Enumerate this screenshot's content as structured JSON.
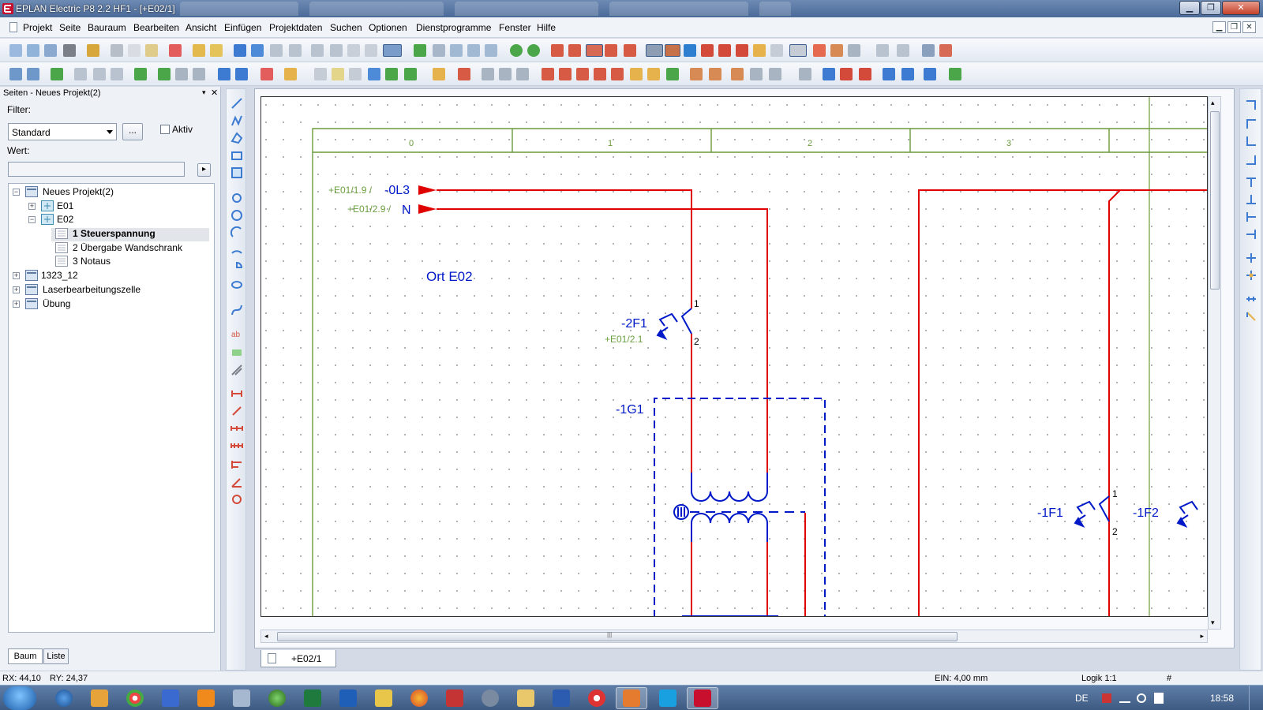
{
  "window": {
    "title": "EPLAN Electric P8 2.2 HF1 - [+E02/1]",
    "close_glyph": "✕",
    "restore_glyph": "❐",
    "minimize_glyph": "▁"
  },
  "menu": {
    "items": [
      "Projekt",
      "Seite",
      "Bauraum",
      "Bearbeiten",
      "Ansicht",
      "Einfügen",
      "Projektdaten",
      "Suchen",
      "Optionen",
      "Dienstprogramme",
      "Fenster",
      "Hilfe"
    ],
    "mdi_minimize": "▁",
    "mdi_restore": "❐",
    "mdi_close": "✕"
  },
  "colors": {
    "accent": "#4b6a98",
    "wire_red": "#e00000",
    "symbol_blue": "#0019c8",
    "frame_green": "#6a9a3a",
    "ref_green": "#6aa040"
  },
  "panel": {
    "header": "Seiten - Neues Projekt(2)",
    "pin_glyph": "▾",
    "close_glyph": "✕",
    "filter_label": "Filter:",
    "filter_value": "Standard",
    "filter_button": "...",
    "aktiv_label": "Aktiv",
    "wert_label": "Wert:",
    "wert_value": "",
    "wert_button": "▸",
    "tree": [
      {
        "label": "Neues Projekt(2)",
        "expander": "−"
      },
      {
        "label": "E01",
        "expander": "+"
      },
      {
        "label": "E02",
        "expander": "−"
      },
      {
        "label": "1 Steuerspannung",
        "expander": ""
      },
      {
        "label": "2 Übergabe Wandschrank",
        "expander": ""
      },
      {
        "label": "3 Notaus",
        "expander": ""
      },
      {
        "label": "1323_12",
        "expander": "+"
      },
      {
        "label": "Laserbearbeitungszelle",
        "expander": "+"
      },
      {
        "label": "Übung",
        "expander": "+"
      }
    ],
    "tabs": [
      "Baum",
      "Liste"
    ]
  },
  "drawing": {
    "columns": [
      "0",
      "1",
      "2",
      "3"
    ],
    "refs": {
      "l3_ref": "+E01/1.9 /",
      "l3_name": "-0L3",
      "n_ref": "+E01/2.9 /",
      "n_name": "N",
      "location": "Ort E02",
      "f2_name": "-2F1",
      "f2_ref": "+E01/2.1",
      "f2_pin1": "1",
      "f2_pin2": "2",
      "g1_name": "-1G1",
      "f1_name": "-1F1",
      "f1_pin1": "1",
      "f1_pin2": "2",
      "f12_name": "-1F2"
    }
  },
  "scroll": {
    "left": "◂",
    "right": "▸",
    "up": "▴",
    "down": "▾",
    "grip": "|||"
  },
  "page_tab": "+E02/1",
  "status": {
    "rx": "RX: 44,10",
    "ry": "RY: 24,37",
    "ein": "EIN: 4,00 mm",
    "logik": "Logik 1:1",
    "hash": "#"
  },
  "taskbar": {
    "lang": "DE",
    "time": "18:58"
  }
}
